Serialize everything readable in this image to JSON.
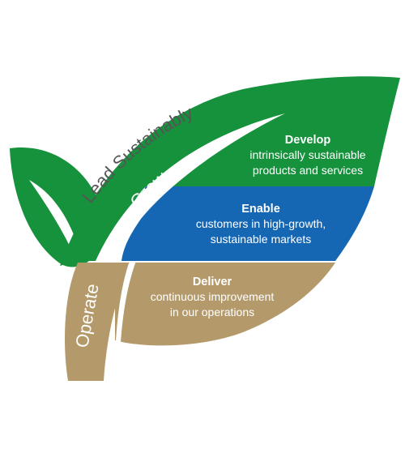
{
  "colors": {
    "green": "#16913c",
    "blue": "#1567b4",
    "tan": "#b49a6a",
    "gray_text": "#555555",
    "white": "#ffffff"
  },
  "arc_labels": {
    "lead": "Lead Sustainably",
    "grow": "Grow",
    "operate": "Operate"
  },
  "sections": {
    "develop": {
      "title": "Develop",
      "line1": "intrinsically sustainable",
      "line2": "products and services"
    },
    "enable": {
      "title": "Enable",
      "line1": "customers in high-growth,",
      "line2": "sustainable markets"
    },
    "deliver": {
      "title": "Deliver",
      "line1": "continuous improvement",
      "line2": "in our operations"
    }
  }
}
